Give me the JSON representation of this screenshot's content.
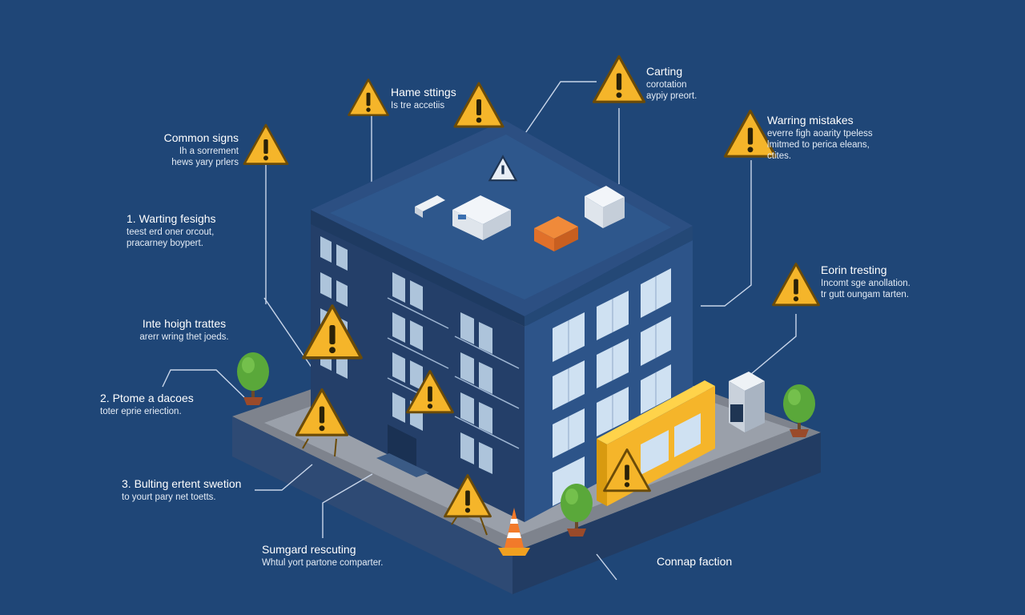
{
  "colors": {
    "background": "#1f4677",
    "warning": "#f5b52a",
    "building": "#2a4d80",
    "ground": "#8a8f99",
    "tree": "#5aa83a"
  },
  "icons": [
    "warning-sign-icon",
    "traffic-cone-icon",
    "tree-icon",
    "rooftop-unit-icon"
  ],
  "labels": {
    "common_signs": {
      "title": "Common signs",
      "line1": "Ih a sorrement",
      "line2": "hews yary prlers"
    },
    "hame_stings": {
      "title": "Hame sttings",
      "line1": "Is tre accetiis"
    },
    "carting": {
      "title": "Carting",
      "line1": "corotation",
      "line2": "aypiy preort."
    },
    "warring_mistakes": {
      "title": "Warring mistakes",
      "line1": "everre figh aoarity tpeless",
      "line2": "lmitmed to perica eleans,",
      "line3": "ctites."
    },
    "warting_fesighs": {
      "title": "1. Warting fesighs",
      "line1": "teest erd oner orcout,",
      "line2": "pracarney boypert."
    },
    "earin_tresting": {
      "title": "Eorin tresting",
      "line1": "Incomt sge anollation.",
      "line2": "tr gutt oungam tarten."
    },
    "inte_hoigh": {
      "title": "Inte hoigh trattes",
      "line1": "arerr wring thet joeds."
    },
    "ptome_a_dacoes": {
      "title": "2. Ptome a dacoes",
      "line1": "toter eprie eriection."
    },
    "bulting_ertent": {
      "title": "3. Bulting ertent swetion",
      "line1": "to yourt pary net toetts."
    },
    "sumgard_rescuting": {
      "title": "Sumgard rescuting",
      "line1": "Whtul yort partone comparter."
    },
    "connap_faction": {
      "title": "Connap faction"
    }
  }
}
